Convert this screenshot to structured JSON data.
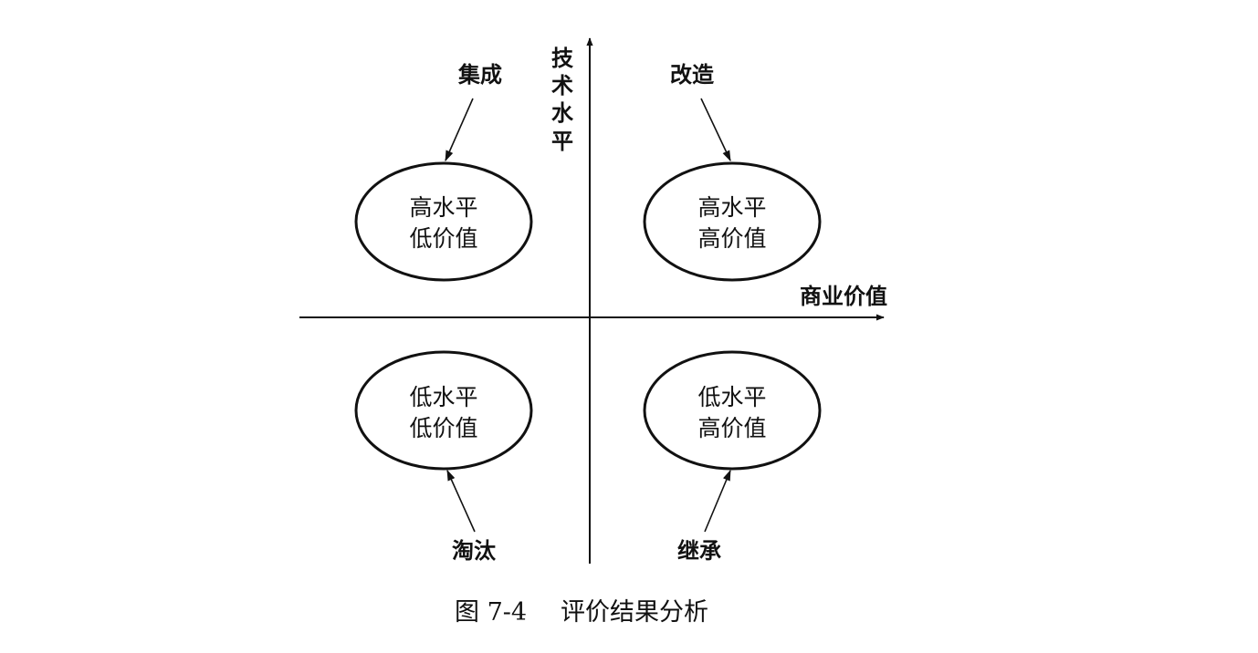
{
  "axes": {
    "y_label_chars": [
      "技",
      "术",
      "水",
      "平"
    ],
    "x_label": "商业价值"
  },
  "quadrants": {
    "top_left": {
      "action": "集成",
      "line1": "高水平",
      "line2": "低价值"
    },
    "top_right": {
      "action": "改造",
      "line1": "高水平",
      "line2": "高价值"
    },
    "bottom_left": {
      "action": "淘汰",
      "line1": "低水平",
      "line2": "低价值"
    },
    "bottom_right": {
      "action": "继承",
      "line1": "低水平",
      "line2": "高价值"
    }
  },
  "caption": {
    "number": "图 7-4",
    "title": "评价结果分析"
  },
  "colors": {
    "ink": "#111111",
    "background": "#ffffff"
  }
}
